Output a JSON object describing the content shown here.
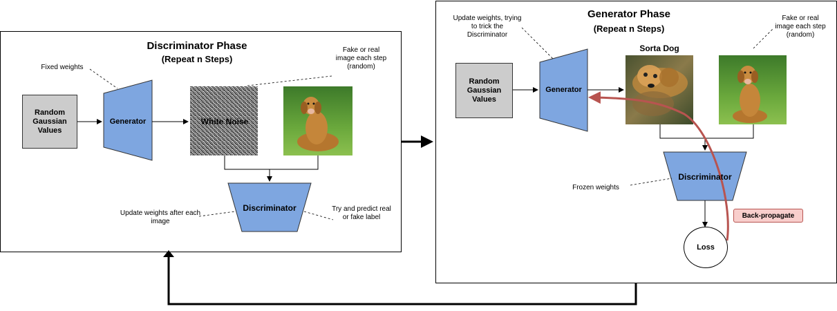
{
  "discriminator_phase": {
    "title": "Discriminator Phase",
    "subtitle": "(Repeat n Steps)",
    "note_fixed_weights": "Fixed weights",
    "note_fake_or_real": "Fake or real image each step (random)",
    "input_box": "Random Gaussian Values",
    "generator_label": "Generator",
    "noise_label": "White Noise",
    "discriminator_label": "Discriminator",
    "note_update_weights": "Update weights after each image",
    "note_predict": "Try and predict real or fake label"
  },
  "generator_phase": {
    "title": "Generator Phase",
    "subtitle": "(Repeat n Steps)",
    "note_update_weights": "Update weights, trying to trick the Discriminator",
    "note_fake_or_real": "Fake or real image each step (random)",
    "input_box": "Random Gaussian Values",
    "generator_label": "Generator",
    "sorta_dog_label": "Sorta Dog",
    "discriminator_label": "Discriminator",
    "note_frozen_weights": "Frozen weights",
    "loss_label": "Loss",
    "backprop_label": "Back-propagate"
  },
  "colors": {
    "generator_fill": "#7ea6e0",
    "input_fill": "#cccccc",
    "backprop_fill": "#f8cecc",
    "backprop_stroke": "#b85450"
  }
}
